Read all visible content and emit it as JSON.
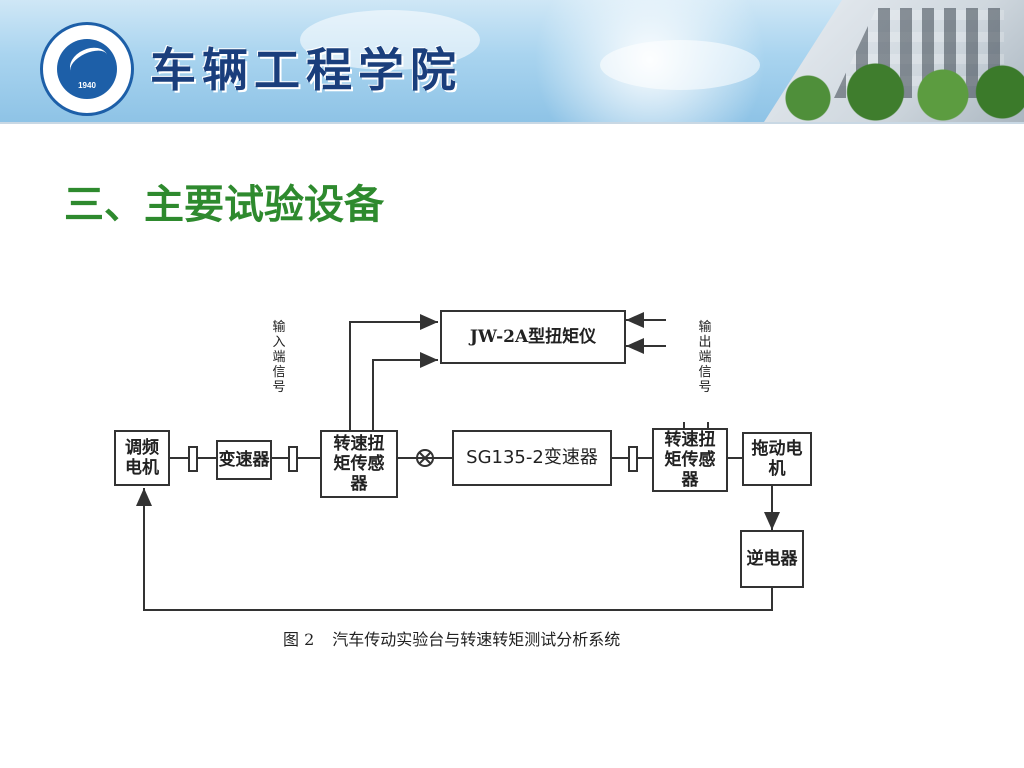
{
  "header": {
    "college_name": "车辆工程学院",
    "logo_year": "1940"
  },
  "slide": {
    "title": "三、主要试验设备"
  },
  "diagram": {
    "nodes": {
      "variable_freq_motor": "调频电机",
      "gearbox": "变速器",
      "input_sensor": "转速扭矩传感器",
      "torque_meter": "JW-2A型扭矩仪",
      "sg_transmission": "SG135-2变速器",
      "output_sensor": "转速扭矩传感器",
      "drag_motor": "拖动电机",
      "inverter": "逆电器"
    },
    "labels": {
      "input_signal": "输入端信号",
      "output_signal": "输出端信号"
    },
    "caption": {
      "figure_number": "图 2",
      "text": "汽车传动实验台与转速转矩测试分析系统"
    }
  }
}
